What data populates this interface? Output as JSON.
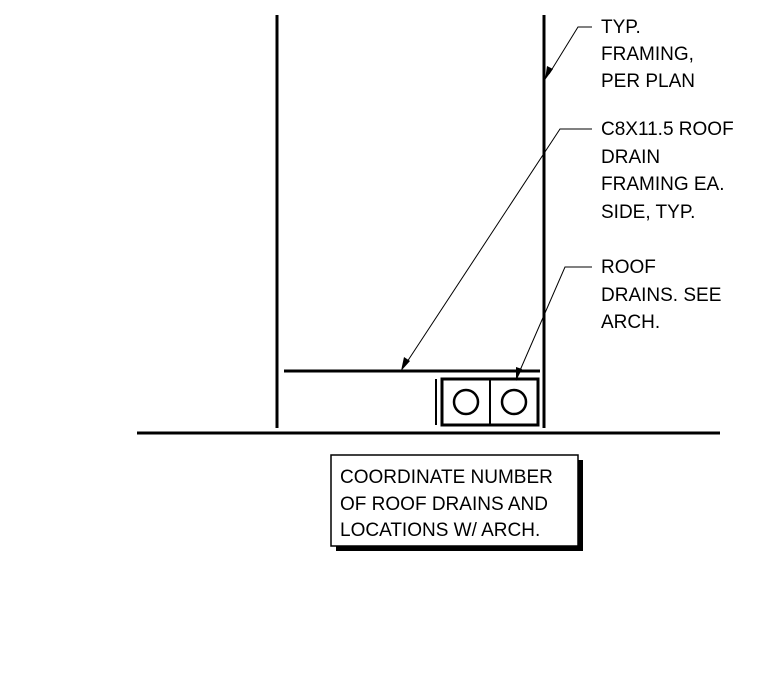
{
  "callouts": {
    "framing": [
      "TYP.",
      "FRAMING,",
      "PER PLAN"
    ],
    "channel": [
      "C8X11.5 ROOF",
      "DRAIN",
      "FRAMING EA.",
      "SIDE, TYP."
    ],
    "drains": [
      "ROOF",
      "DRAINS. SEE",
      "ARCH."
    ]
  },
  "note_box": [
    "COORDINATE NUMBER",
    "OF ROOF DRAINS AND",
    "LOCATIONS W/ ARCH."
  ]
}
